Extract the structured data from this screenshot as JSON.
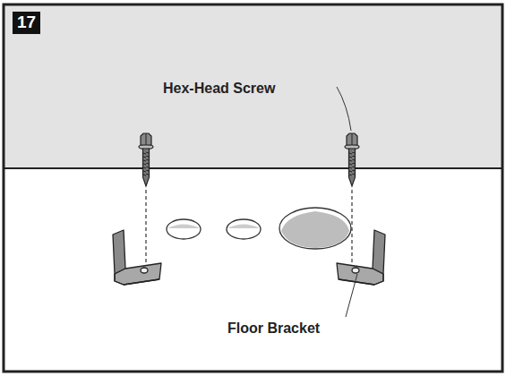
{
  "diagram": {
    "labels": [
      "17",
      "Hex-Head Screw",
      "Floor Bracket"
    ]
  }
}
